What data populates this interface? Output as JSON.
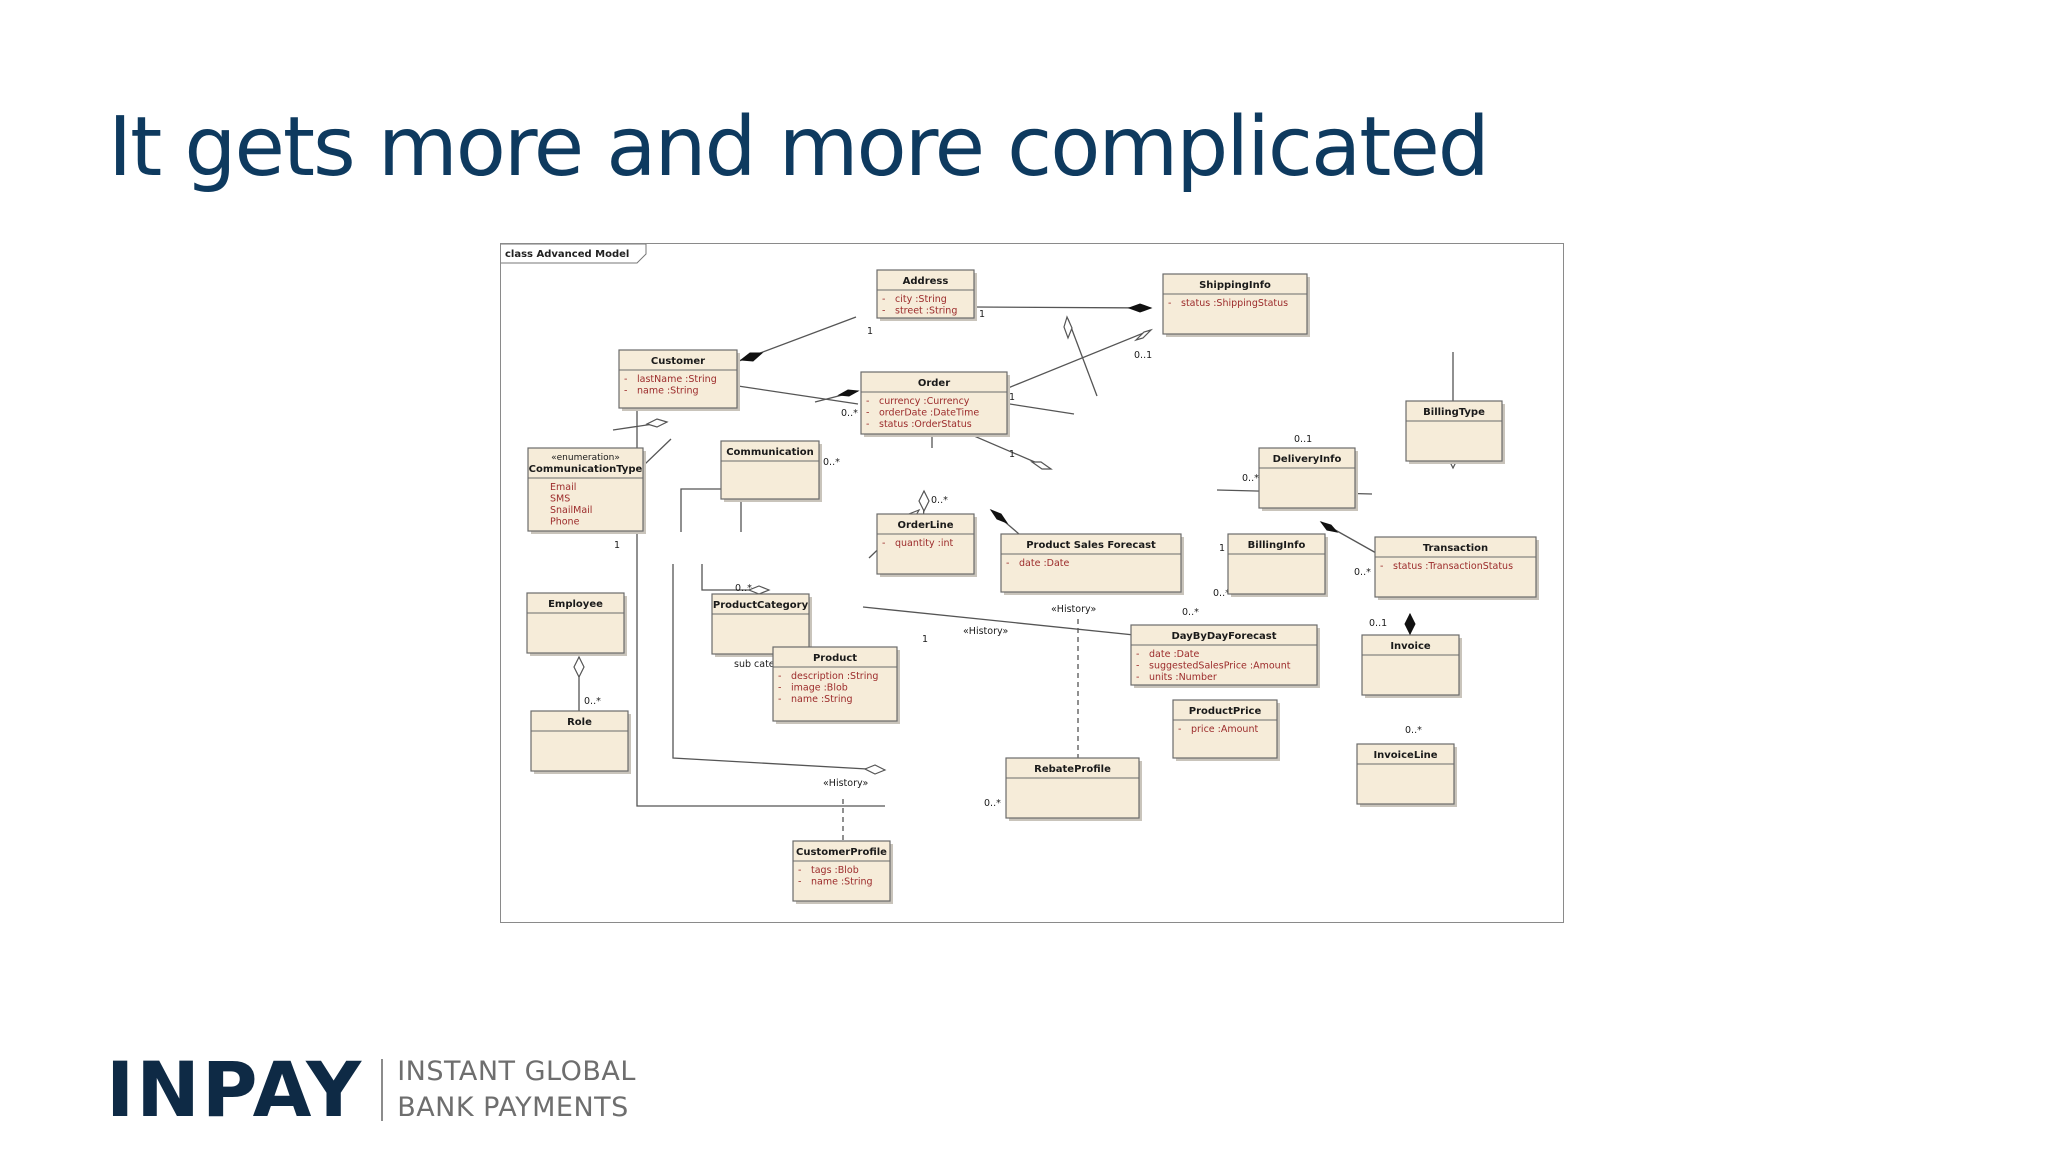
{
  "slide": {
    "title": "It gets more and more complicated"
  },
  "diagram": {
    "frame_label": "class Advanced Model",
    "classes": [
      {
        "id": "address",
        "name": "Address",
        "attributes": [
          "city :String",
          "street :String"
        ]
      },
      {
        "id": "shipping-info",
        "name": "ShippingInfo",
        "attributes": [
          "status :ShippingStatus"
        ]
      },
      {
        "id": "customer",
        "name": "Customer",
        "attributes": [
          "lastName :String",
          "name :String"
        ]
      },
      {
        "id": "order",
        "name": "Order",
        "attributes": [
          "currency :Currency",
          "orderDate :DateTime",
          "status :OrderStatus"
        ]
      },
      {
        "id": "billing-type",
        "name": "BillingType",
        "attributes": []
      },
      {
        "id": "communication-type",
        "stereotype": "«enumeration»",
        "name": "CommunicationType",
        "attributes": [
          "Email",
          "SMS",
          "SnailMail",
          "Phone"
        ]
      },
      {
        "id": "communication",
        "name": "Communication",
        "attributes": []
      },
      {
        "id": "delivery-info",
        "name": "DeliveryInfo",
        "attributes": []
      },
      {
        "id": "order-line",
        "name": "OrderLine",
        "attributes": [
          "quantity :int"
        ]
      },
      {
        "id": "product-sales-forecast",
        "name": "Product Sales Forecast",
        "attributes": [
          "date :Date"
        ]
      },
      {
        "id": "billing-info",
        "name": "BillingInfo",
        "attributes": []
      },
      {
        "id": "transaction",
        "name": "Transaction",
        "attributes": [
          "status :TransactionStatus"
        ]
      },
      {
        "id": "employee",
        "name": "Employee",
        "attributes": []
      },
      {
        "id": "product-category",
        "name": "ProductCategory",
        "attributes": []
      },
      {
        "id": "day-by-day-forecast",
        "name": "DayByDayForecast",
        "attributes": [
          "date :Date",
          "suggestedSalesPrice :Amount",
          "units :Number"
        ]
      },
      {
        "id": "invoice",
        "name": "Invoice",
        "attributes": []
      },
      {
        "id": "product",
        "name": "Product",
        "attributes": [
          "description :String",
          "image :Blob",
          "name :String"
        ]
      },
      {
        "id": "product-price",
        "name": "ProductPrice",
        "attributes": [
          "price :Amount"
        ]
      },
      {
        "id": "role",
        "name": "Role",
        "attributes": []
      },
      {
        "id": "rebate-profile",
        "name": "RebateProfile",
        "attributes": []
      },
      {
        "id": "invoice-line",
        "name": "InvoiceLine",
        "attributes": []
      },
      {
        "id": "customer-profile",
        "name": "CustomerProfile",
        "attributes": [
          "tags :Blob",
          "name :String"
        ]
      }
    ],
    "labels": {
      "sub_categories": "sub categories",
      "history": "«History»"
    },
    "multiplicities": {
      "one": "1",
      "zero_one": "0..1",
      "zero_many": "0..*"
    }
  },
  "footer": {
    "logo_word": "INPAY",
    "tagline_line1": "INSTANT GLOBAL",
    "tagline_line2": "BANK PAYMENTS"
  }
}
